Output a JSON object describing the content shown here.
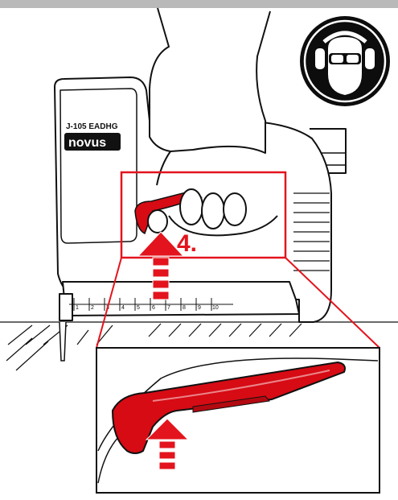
{
  "model_label": "J-105 EADHG",
  "brand_label": "novus",
  "step_label": "4.",
  "scale_numbers": [
    "1",
    "2",
    "3",
    "4",
    "5",
    "6",
    "7",
    "8",
    "9",
    "10"
  ],
  "safety_icon": "eye-and-ear-protection-icon",
  "colors": {
    "highlight_red": "#e3141d",
    "trigger_red": "#d60b14",
    "line_black": "#111111",
    "top_bar_gray": "#b9b9b9"
  }
}
